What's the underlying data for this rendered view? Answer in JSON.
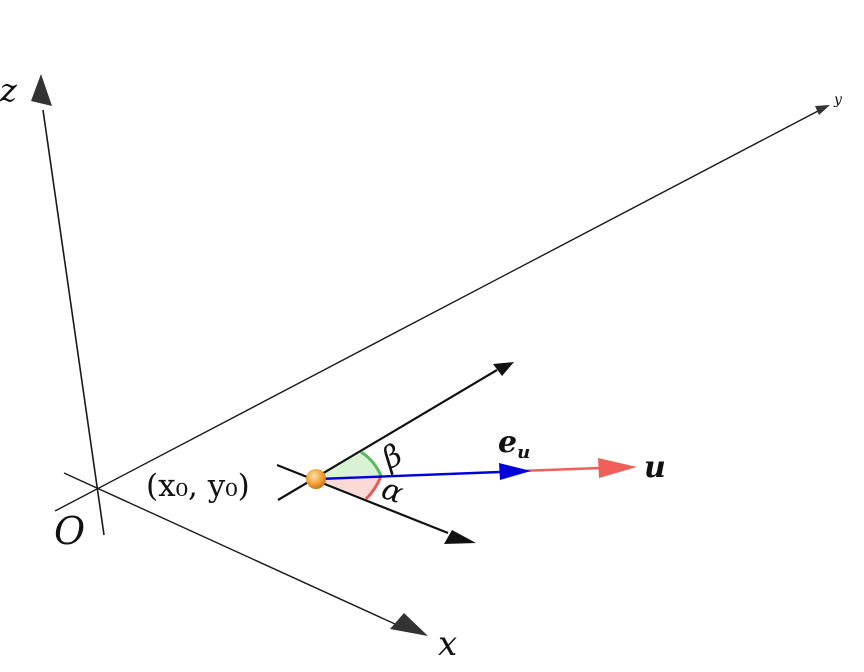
{
  "labels": {
    "z_axis": "z",
    "y_axis": "y",
    "x_axis": "x",
    "origin": "O",
    "point": "(x₀, y₀)",
    "beta": "β",
    "alpha": "α",
    "unit_vector": "e",
    "unit_vector_sub": "u",
    "vector": "u"
  },
  "colors": {
    "axis": "#1a1a1a",
    "unit_vector": "#0000dd",
    "vector": "#f0605a",
    "beta_arc": "#5cb85c",
    "beta_fill": "#d9f2d4",
    "alpha_arc": "#e85a5a",
    "alpha_fill": "#fbd9d6",
    "point": "#f0a030"
  }
}
